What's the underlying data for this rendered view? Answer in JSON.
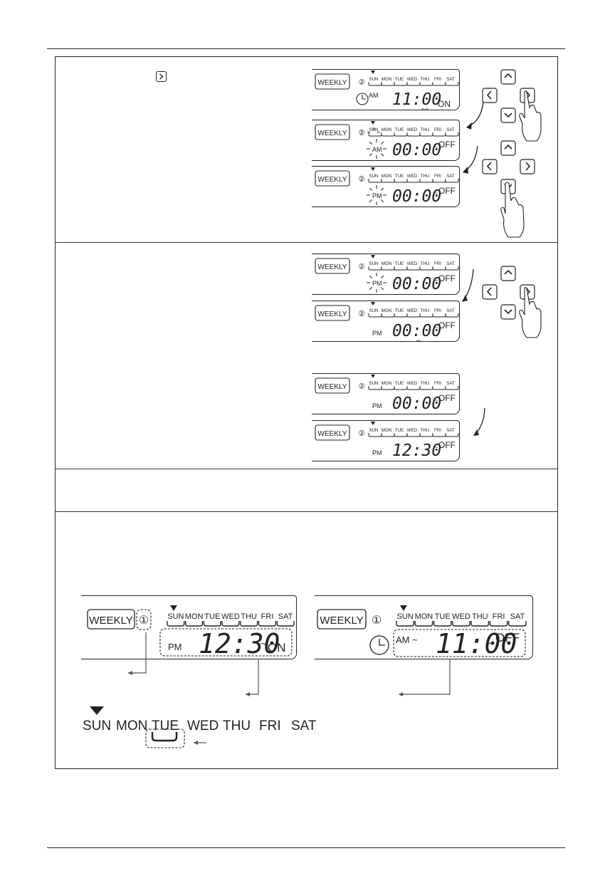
{
  "lcd": {
    "weekly": "WEEKLY",
    "days": [
      "SUN",
      "MON",
      "TUE",
      "WED",
      "THU",
      "FRI",
      "SAT"
    ],
    "circ1": "①",
    "circ2": "②",
    "am": "AM",
    "pm": "PM",
    "on": "ON",
    "off": "OFF",
    "tilde": "~"
  },
  "displays": {
    "d1_time": "11:00",
    "d2_time": "00:00",
    "d3_time": "00:00",
    "d4_time": "00:00",
    "d5_time": "00:00",
    "d6_time": "00:00",
    "d7_time": "12:30",
    "big1_time": "12:30",
    "big2_time": "11:00"
  },
  "inline_button_glyph": "&gt;",
  "icons": {
    "up": "chevron-up-icon",
    "down": "chevron-down-icon",
    "left": "chevron-left-icon",
    "right": "chevron-right-icon",
    "hand": "pointing-hand-icon",
    "clock": "clock-icon"
  }
}
